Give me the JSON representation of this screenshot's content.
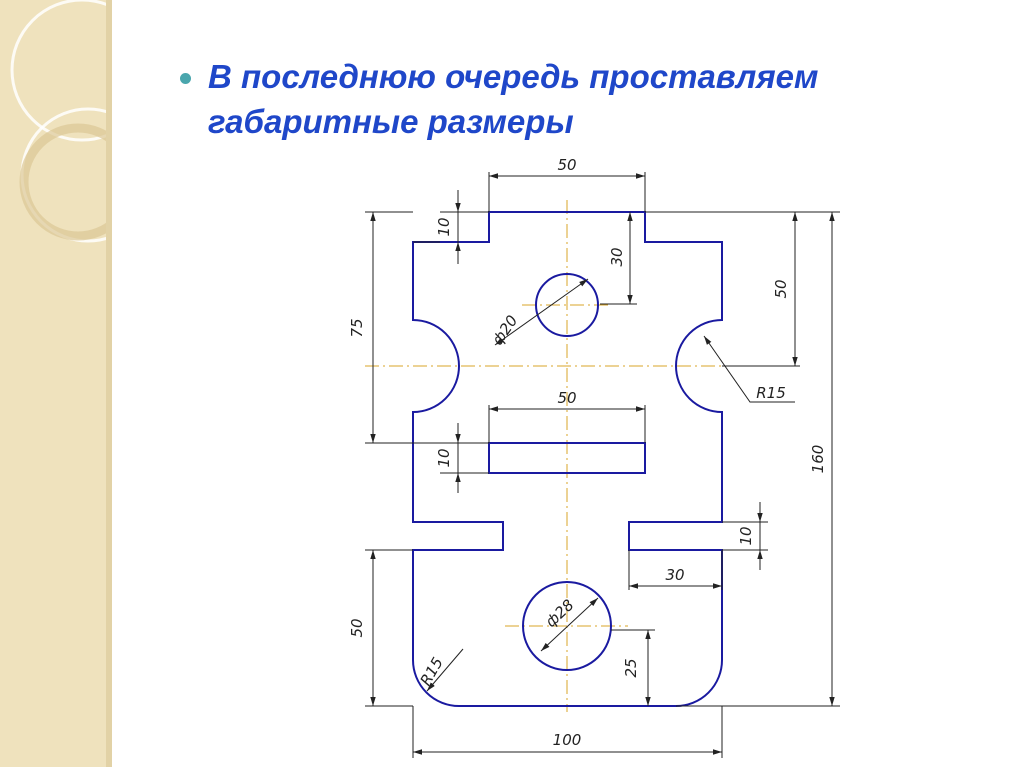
{
  "slide": {
    "title_lines": [
      "В последнюю очередь проставляем",
      "габаритные размеры"
    ]
  },
  "drawing": {
    "dimensions": {
      "top_width": "50",
      "top_step": "10",
      "hole_offset": "30",
      "right_upper": "50",
      "left_upper": "75",
      "hole_top_diameter": "ф20",
      "notch_radius": "R15",
      "slot_width": "50",
      "slot_height": "10",
      "overall_height": "160",
      "notch_height": "10",
      "notch_depth": "30",
      "left_lower": "50",
      "hole_bottom_diameter": "ф28",
      "hole_bottom_offset": "25",
      "corner_radius": "R15",
      "overall_width": "100"
    }
  },
  "colors": {
    "outline": "#1a1aa0",
    "dimension": "#222222",
    "centerline": "#d9a52a",
    "title": "#1f47c9",
    "bullet": "#4aa6ad",
    "panel": "#efe2bd"
  }
}
